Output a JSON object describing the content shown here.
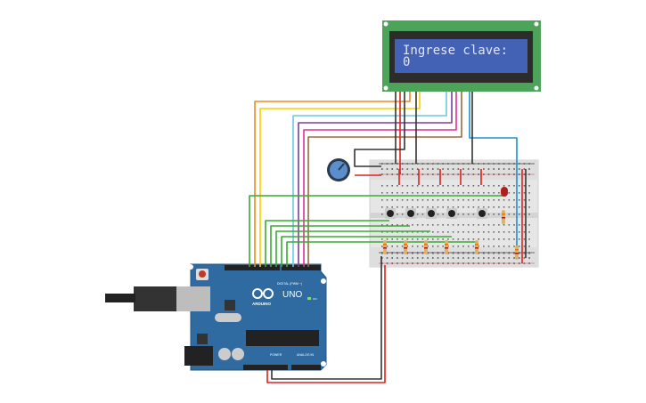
{
  "lcd": {
    "line1": "Ingrese clave:",
    "line2": "0",
    "backlight_color": "#4462b5",
    "board_color": "#4ea35a"
  },
  "arduino": {
    "model": "UNO",
    "brand": "ARDUINO",
    "digital_label": "DIGITAL (PWM ~)",
    "power_label": "POWER",
    "analog_label": "ANALOG IN",
    "on_label": "ON",
    "board_color": "#2f6aa0"
  },
  "components": {
    "pushbuttons": 5,
    "resistors": 7,
    "led_color": "#b01e1e",
    "potentiometer_color": "#5b8fcb"
  },
  "wire_colors": {
    "orange": "#f08a1c",
    "yellow": "#f5d000",
    "cyan": "#6cc9dc",
    "purple": "#7b3f98",
    "magenta": "#e0308f",
    "brown": "#9b6b3f",
    "blue": "#1c8fd0",
    "green": "#3aaa35",
    "red": "#e02020",
    "black": "#333333"
  }
}
